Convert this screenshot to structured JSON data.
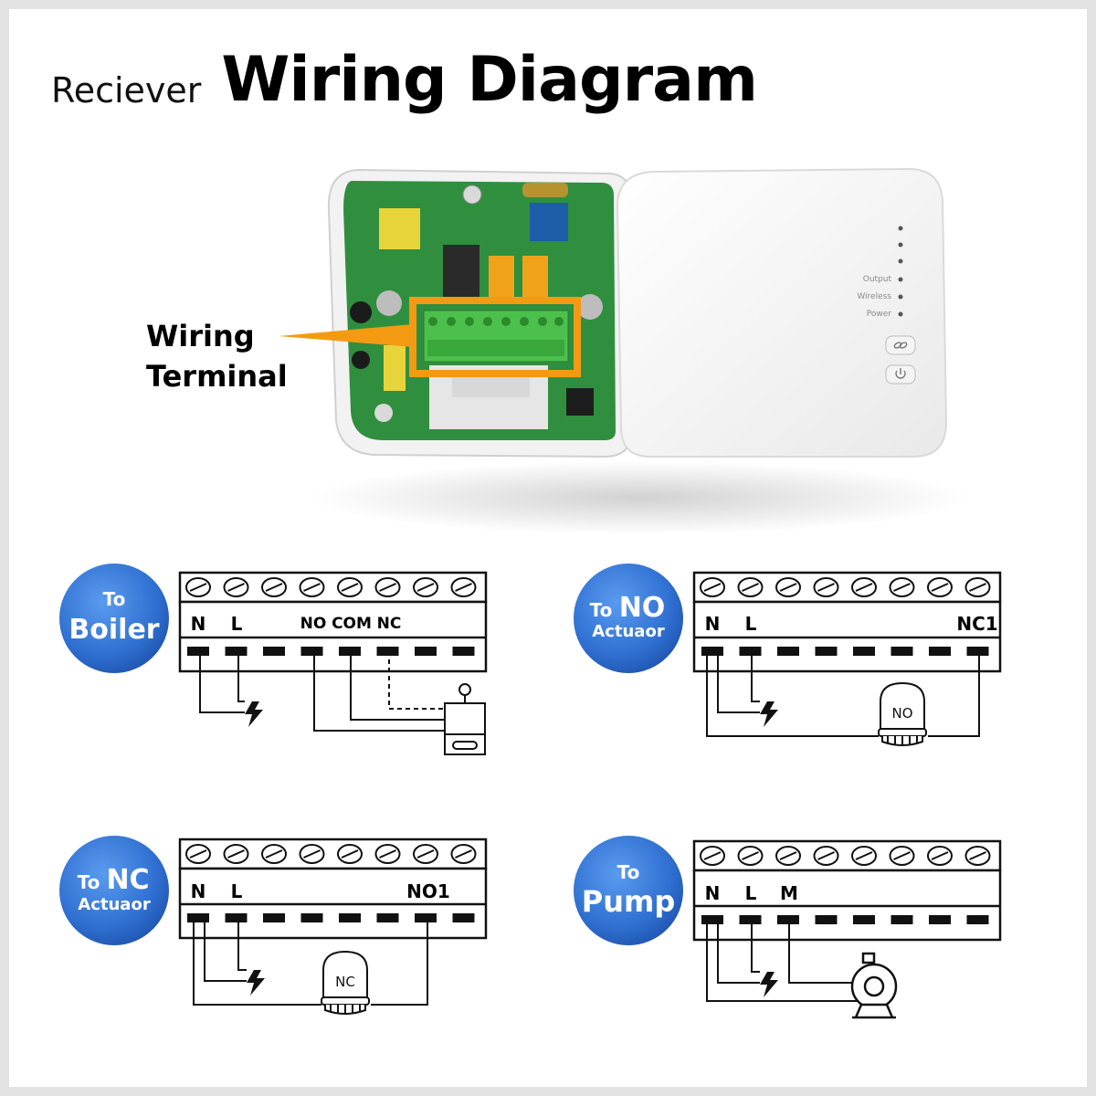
{
  "header": {
    "subtitle": "Reciever",
    "title": "Wiring Diagram"
  },
  "callout": {
    "line1": "Wiring",
    "line2": "Terminal"
  },
  "device": {
    "indicators": [
      "Output",
      "Wireless",
      "Power"
    ],
    "buttons": [
      "link-icon",
      "power-icon"
    ]
  },
  "colors": {
    "accent_orange": "#f49a12",
    "bubble_blue": "#2f6fd0",
    "pcb_green": "#2f8f3e"
  },
  "panels": {
    "boiler": {
      "bubble_small": "To",
      "bubble_big": "Boiler",
      "labels": [
        "N",
        "L",
        "NO",
        "COM",
        "NC"
      ],
      "load": "boiler-icon"
    },
    "no_actuator": {
      "bubble_small": "To",
      "bubble_big": "NO",
      "bubble_sub": "Actuaor",
      "labels": [
        "N",
        "L",
        "NC1"
      ],
      "load_label": "NO"
    },
    "nc_actuator": {
      "bubble_small": "To",
      "bubble_big": "NC",
      "bubble_sub": "Actuaor",
      "labels": [
        "N",
        "L",
        "NO1"
      ],
      "load_label": "NC"
    },
    "pump": {
      "bubble_small": "To",
      "bubble_big": "Pump",
      "labels": [
        "N",
        "L",
        "M"
      ],
      "load": "pump-icon"
    }
  }
}
